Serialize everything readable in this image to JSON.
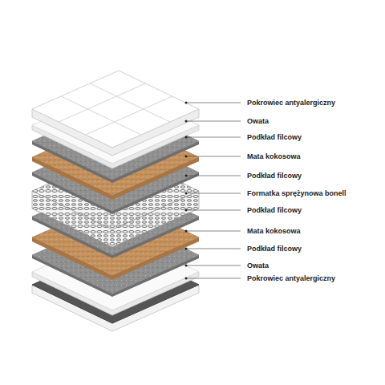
{
  "diagram": {
    "labels": [
      "Pokrowiec antyalergiczny",
      "Owata",
      "Podkład filcowy",
      "Mata kokosowa",
      "Podkład filcowy",
      "Formatka sprężynowa bonell",
      "Podkład filcowy",
      "Mata kokosowa",
      "Podkład filcowy",
      "Owata",
      "Pokrowiec antyalergiczny"
    ]
  }
}
